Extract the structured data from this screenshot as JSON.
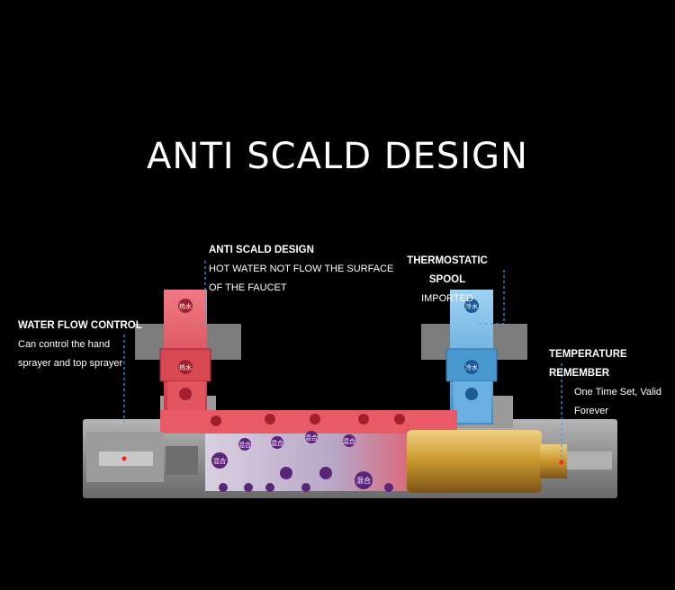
{
  "title": "ANTI SCALD DESIGN",
  "callouts": {
    "anti_scald": {
      "heading": "ANTI SCALD DESIGN",
      "line1": "HOT WATER NOT FLOW THE SURFACE",
      "line2": "OF THE FAUCET"
    },
    "thermostatic": {
      "heading": "THERMOSTATIC SPOOL",
      "line1": "IMPORTED"
    },
    "flow_control": {
      "heading": "WATER FLOW CONTROL",
      "line1": "Can control the hand",
      "line2": "sprayer and top sprayer"
    },
    "temperature": {
      "heading": "TEMPERATURE REMEMBER",
      "line1": "One Time Set, Valid",
      "line2": "Forever"
    }
  },
  "markers": {
    "hot": "热水",
    "cold": "冷水",
    "mix": "混合"
  },
  "colors": {
    "hot": "#e0404a",
    "cold": "#5aa6d8",
    "mix": "#6a2a8a",
    "body": "#8a8a8a",
    "brass": "#c89a3a"
  }
}
